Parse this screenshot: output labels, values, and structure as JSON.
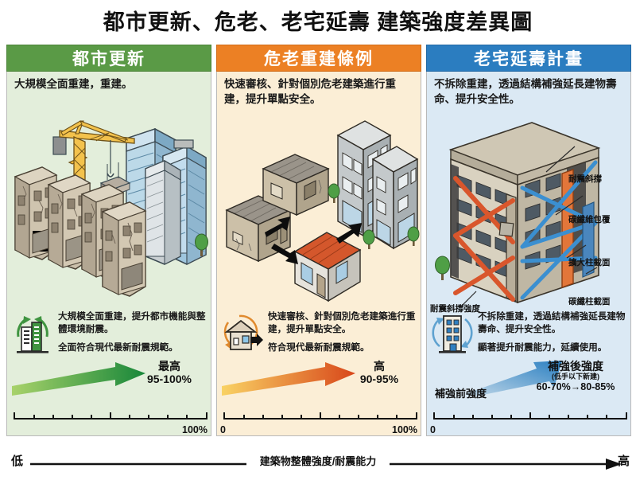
{
  "title": "都市更新、危老、老宅延壽 建築強度差異圖",
  "columns": [
    {
      "id": "urban",
      "header": "都市更新",
      "accent": "#5a9a46",
      "background": "#e3eedb",
      "intro": "大規模全面重建，重建。",
      "summary_icon": "building-recycle-icon",
      "summary_lines": [
        "大規模全面重建，提升都市機能與整體環境耐震。",
        "全面符合現代最新耐震規範。"
      ],
      "gauge": {
        "level": "最高",
        "range": "95-100%",
        "note": "",
        "axis_left": "",
        "axis_right": "100%",
        "arrow_from": "#a8d26a",
        "arrow_to": "#1f8a3c"
      }
    },
    {
      "id": "danger",
      "header": "危老重建條例",
      "accent": "#ec8024",
      "background": "#fbeed6",
      "intro": "快速審核、針對個別危老建築進行重建，提升單點安全。",
      "summary_icon": "house-arrow-icon",
      "summary_lines": [
        "快速審核、針對個別危老建築進行重建，提升單點安全。",
        "符合現代最新耐震規範。"
      ],
      "gauge": {
        "level": "高",
        "range": "90-95%",
        "note": "",
        "axis_left": "0",
        "axis_right": "100%",
        "arrow_from": "#f7cf63",
        "arrow_to": "#d94f16"
      }
    },
    {
      "id": "longevity",
      "header": "老宅延壽計畫",
      "accent": "#2b7dc0",
      "background": "#dbe9f4",
      "intro": "不拆除重建，透過結構補強延長建物壽命、提升安全性。",
      "summary_icon": "building-refresh-icon",
      "summary_lines": [
        "不拆除重建，透過結構補強延長建物壽命、提升安全性。",
        "顯著提升耐震能力，延續使用。"
      ],
      "gauge": {
        "level": "補強後強度",
        "note": "(低手以下新建)",
        "range": "60-70%→80-85%",
        "pre_label": "補強前強度",
        "axis_left": "0",
        "axis_right": "",
        "arrow_from": "#b8d4e8",
        "arrow_to": "#2a7fc1"
      },
      "annotations": [
        {
          "name": "seismic-brace",
          "label": "耐震斜撐"
        },
        {
          "name": "carbon-fiber-wrap",
          "label": "碳纖維包覆"
        },
        {
          "name": "enlarged-column-section",
          "label": "擴大柱截面"
        },
        {
          "name": "carbon-fiber-column-section",
          "label": "碳纖柱截面"
        },
        {
          "name": "brace-strength",
          "label": "耐震斜撐強度"
        }
      ]
    }
  ],
  "bottom_axis": {
    "low": "低",
    "high": "高",
    "caption": "建築物整體強度/耐震能力"
  }
}
